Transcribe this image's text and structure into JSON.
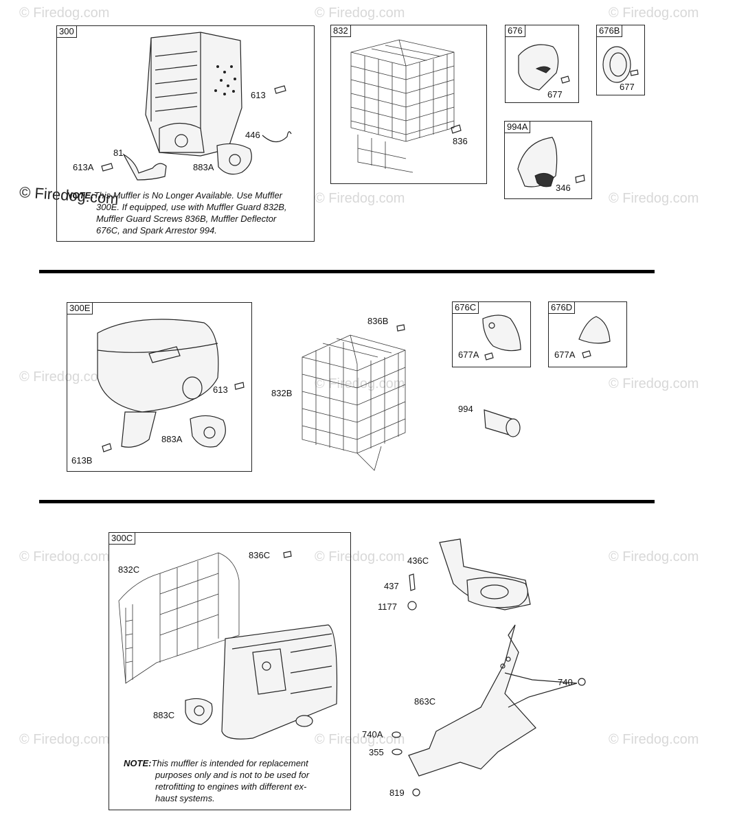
{
  "watermark": {
    "text": "© Firedog.com",
    "overlay_text": "© Firedog.com"
  },
  "sections": {
    "s1": {
      "box_300": {
        "tag": "300",
        "labels": {
          "l613": "613",
          "l446": "446",
          "l81": "81",
          "l613a": "613A",
          "l883a": "883A"
        },
        "note_bold": "NOTE:",
        "note_lines": [
          "This Muffler is No Longer Available. Use Muffler",
          "300E. If equipped, use with Muffler Guard 832B,",
          "Muffler Guard Screws 836B, Muffler Deflector",
          "676C, and Spark Arrestor 994."
        ]
      },
      "box_832": {
        "tag": "832",
        "labels": {
          "l836": "836"
        }
      },
      "box_676": {
        "tag": "676",
        "labels": {
          "l677": "677"
        }
      },
      "box_676b": {
        "tag": "676B",
        "labels": {
          "l677": "677"
        }
      },
      "box_994a": {
        "tag": "994A",
        "labels": {
          "l346": "346"
        }
      }
    },
    "s2": {
      "box_300e": {
        "tag": "300E",
        "labels": {
          "l613": "613",
          "l883a": "883A",
          "l613b": "613B"
        }
      },
      "loose": {
        "l836b": "836B",
        "l832b": "832B",
        "l994": "994"
      },
      "box_676c": {
        "tag": "676C",
        "labels": {
          "l677a": "677A"
        }
      },
      "box_676d": {
        "tag": "676D",
        "labels": {
          "l677a": "677A"
        }
      }
    },
    "s3": {
      "box_300c": {
        "tag": "300C",
        "labels": {
          "l836c": "836C",
          "l832c": "832C",
          "l883c": "883C"
        },
        "note_bold": "NOTE:",
        "note_lines": [
          "This muffler is intended for replacement",
          "purposes only and is not to be used for",
          "retrofitting to engines with different ex-",
          "haust systems."
        ]
      },
      "loose": {
        "l436c": "436C",
        "l437": "437",
        "l1177": "1177",
        "l740": "740",
        "l863c": "863C",
        "l740a": "740A",
        "l355": "355",
        "l819": "819"
      }
    }
  }
}
